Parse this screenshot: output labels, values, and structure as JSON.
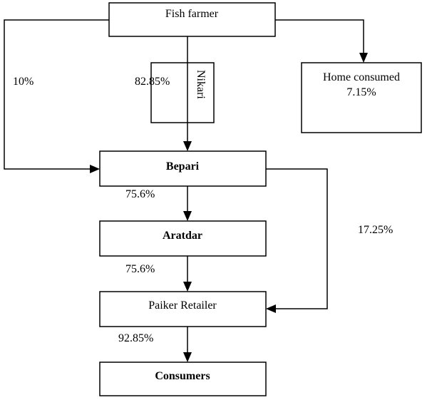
{
  "nodes": {
    "fish_farmer": "Fish farmer",
    "home_consumed": "Home consumed",
    "home_consumed_pct": "7.15%",
    "nikari": "Nikari",
    "bepari": "Bepari",
    "aratdar": "Aratdar",
    "paiker_retailer": "Paiker Retailer",
    "consumers": "Consumers"
  },
  "edges": {
    "farmer_to_bepari_direct": "10%",
    "farmer_to_nikari": "82.85%",
    "bepari_to_aratdar": "75.6%",
    "aratdar_to_paiker": "75.6%",
    "bepari_to_paiker": "17.25%",
    "paiker_to_consumers": "92.85%"
  }
}
